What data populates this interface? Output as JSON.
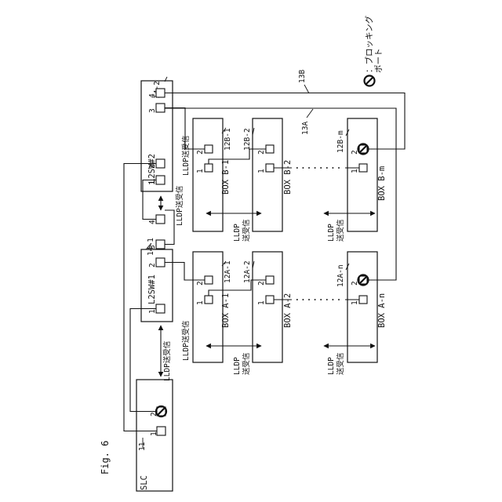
{
  "figure": {
    "title": "Fig. 6"
  },
  "legend": {
    "symbol": "blocking-port-icon",
    "text": "：ブロッキング",
    "text2": "ポート"
  },
  "slc": {
    "name": "SLC",
    "ref": "11"
  },
  "l2sw1": {
    "name": "L2SW#1",
    "ref": "14-1"
  },
  "l2sw2": {
    "name": "L2SW#2",
    "ref": "14-2"
  },
  "ports": {
    "p1": "1",
    "p2": "2",
    "p3": "3",
    "p4": "4"
  },
  "boxes": {
    "a1": {
      "name": "BOX A-1",
      "ref": "12A-1"
    },
    "a2": {
      "name": "BOX A-2",
      "ref": "12A-2"
    },
    "an": {
      "name": "BOX A-n",
      "ref": "12A-n"
    },
    "b1": {
      "name": "BOX B-1",
      "ref": "12B-1"
    },
    "b2": {
      "name": "BOX B-2",
      "ref": "12B-2"
    },
    "bm": {
      "name": "BOX B-m",
      "ref": "12B-m"
    }
  },
  "links": {
    "ring_a": "13A",
    "ring_b": "13B"
  },
  "lldp": {
    "full": "LLDP送受信",
    "short": "LLDP",
    "sub": "送受信"
  }
}
